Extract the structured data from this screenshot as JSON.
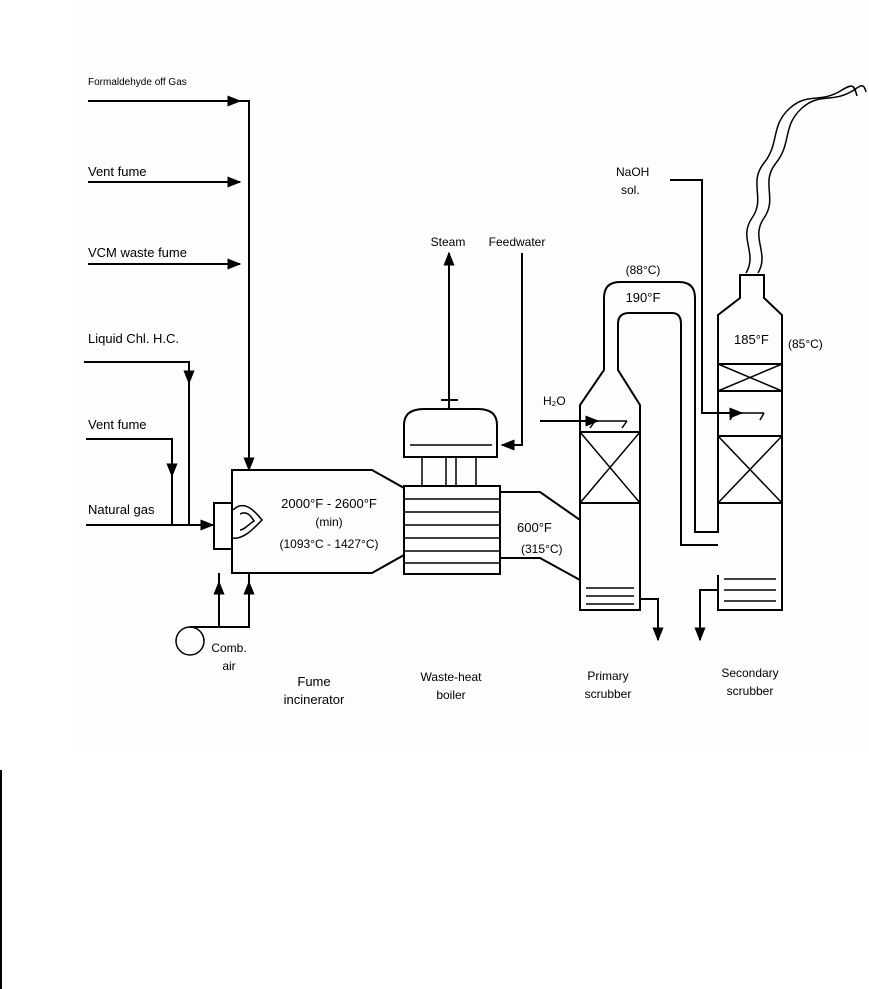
{
  "inputs": {
    "formaldehyde": "Formaldehyde off Gas",
    "vent_fume_1": "Vent fume",
    "vcm": "VCM waste fume",
    "liquid_chl": "Liquid Chl. H.C.",
    "vent_fume_2": "Vent fume",
    "natural_gas": "Natural gas"
  },
  "incinerator": {
    "temp_f": "2000°F - 2600°F",
    "min": "(min)",
    "temp_c": "(1093°C - 1427°C)",
    "label_1": "Fume",
    "label_2": "incinerator"
  },
  "comb_air": {
    "line1": "Comb.",
    "line2": "air"
  },
  "boiler": {
    "steam": "Steam",
    "feedwater": "Feedwater",
    "outlet_f": "600°F",
    "outlet_c": "(315°C)",
    "label_1": "Waste-heat",
    "label_2": "boiler"
  },
  "primary": {
    "h2o": "H₂O",
    "label_1": "Primary",
    "label_2": "scrubber"
  },
  "crossover": {
    "temp_c": "(88°C)",
    "temp_f": "190°F"
  },
  "secondary": {
    "naoh_1": "NaOH",
    "naoh_2": "sol.",
    "temp_f": "185°F",
    "temp_c": "(85°C)",
    "label_1": "Secondary",
    "label_2": "scrubber"
  }
}
